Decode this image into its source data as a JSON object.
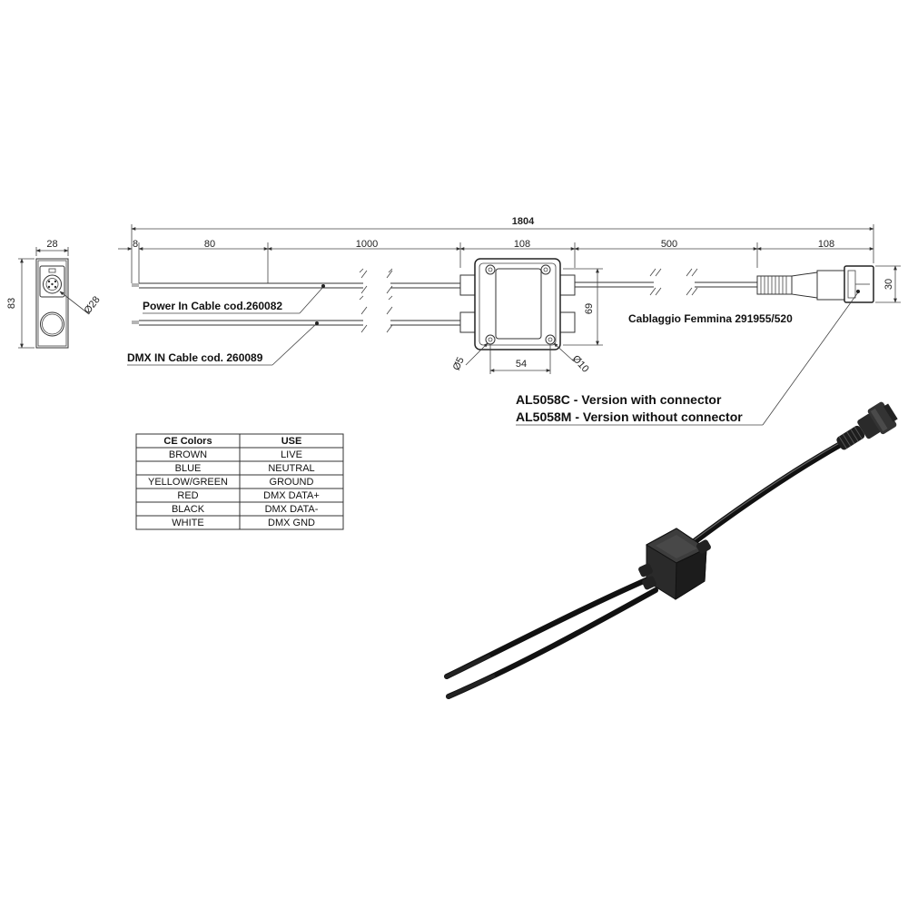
{
  "dimensions": {
    "overall": "1804",
    "d8": "8",
    "d80": "80",
    "d1000": "1000",
    "d108a": "108",
    "d500": "500",
    "d108b": "108",
    "side_width": "28",
    "side_height": "83",
    "side_diameter": "Ø28",
    "box_height": "69",
    "box_hole_spacing": "54",
    "hole_d5": "Ø5",
    "hole_d10": "Ø10",
    "connector_height": "30"
  },
  "labels": {
    "power_in": "Power In  Cable cod.260082",
    "dmx_in": "DMX IN Cable cod. 260089",
    "female_harness": "Cablaggio Femmina 291955/520",
    "version_c": "AL5058C - Version with connector",
    "version_m": "AL5058M - Version without connector"
  },
  "color_table": {
    "headers": [
      "CE Colors",
      "USE"
    ],
    "rows": [
      [
        "BROWN",
        "LIVE"
      ],
      [
        "BLUE",
        "NEUTRAL"
      ],
      [
        "YELLOW/GREEN",
        "GROUND"
      ],
      [
        "RED",
        "DMX DATA+"
      ],
      [
        "BLACK",
        "DMX DATA-"
      ],
      [
        "WHITE",
        "DMX GND"
      ]
    ]
  }
}
